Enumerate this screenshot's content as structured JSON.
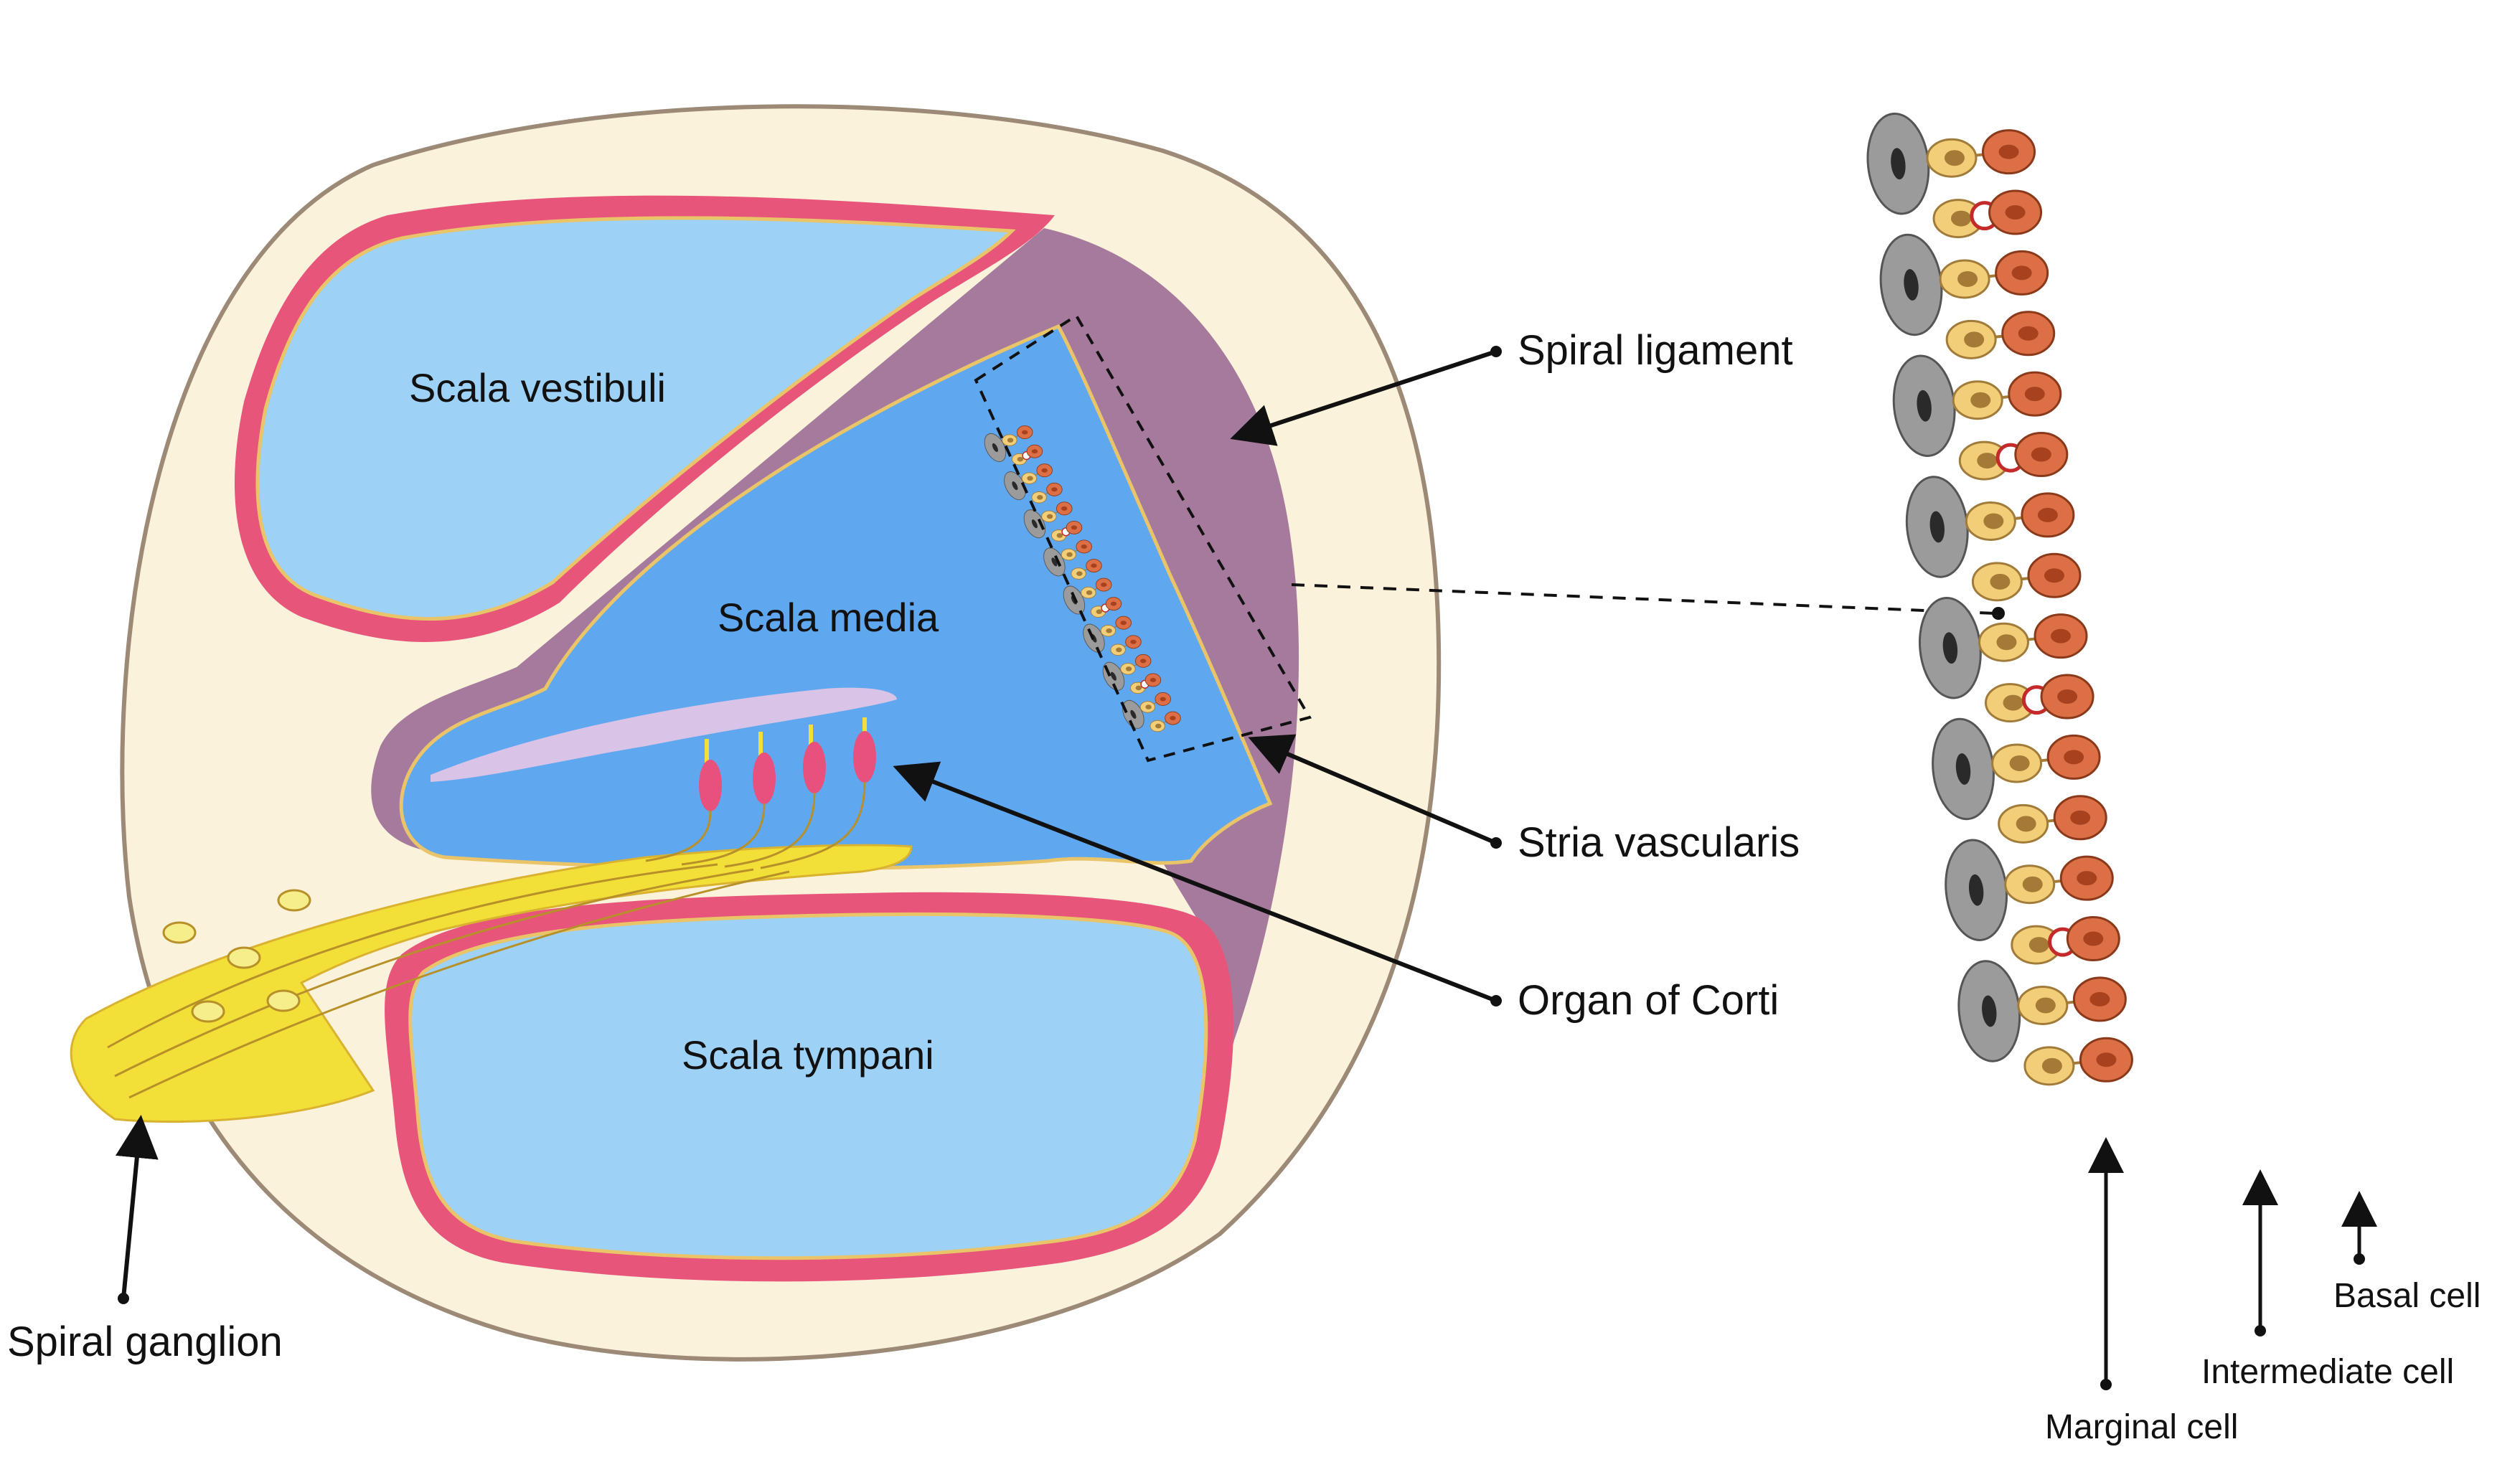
{
  "regions": {
    "scala_vestibuli": "Scala vestibuli",
    "scala_media": "Scala media",
    "scala_tympani": "Scala tympani"
  },
  "callouts": {
    "spiral_ligament": "Spiral ligament",
    "stria_vascularis": "Stria vascularis",
    "organ_of_corti": "Organ of Corti",
    "spiral_ganglion": "Spiral ganglion"
  },
  "cell_types": {
    "marginal": "Marginal cell",
    "intermediate": "Intermediate cell",
    "basal": "Basal cell"
  },
  "colors": {
    "bone": "#FBF2DC",
    "outline": "#9C8A76",
    "ligament": "#A57A9C",
    "perilymph": "#9DD1F5",
    "endolymph": "#5FA8F0",
    "membrane": "#E8557A",
    "membrane_inner": "#E9C469",
    "tectorial": "#D9C3E6",
    "hair_cell": "#E8507E",
    "nerve": "#F2E038",
    "marginal_cell": "#DC6F45",
    "marginal_nucleus": "#A8421E",
    "intermediate_cell": "#F3CE78",
    "intermediate_nucleus": "#A47A36",
    "basal_cell": "#9B9B9B",
    "basal_nucleus": "#2A2A2A",
    "capillary": "#C42A2A"
  }
}
